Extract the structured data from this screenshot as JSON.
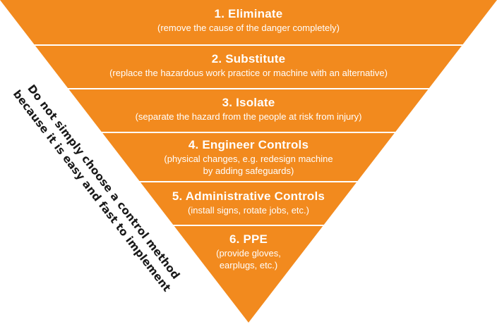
{
  "colors": {
    "band": "#f28a1e",
    "separator": "#ffffff",
    "text_on_band": "#ffffff",
    "note_text": "#1a1a1a"
  },
  "levels": [
    {
      "title": "1. Eliminate",
      "description": "(remove the cause of the danger completely)"
    },
    {
      "title": "2. Substitute",
      "description": "(replace the hazardous work practice or machine with an alternative)"
    },
    {
      "title": "3. Isolate",
      "description": "(separate the hazard from the people at risk from injury)"
    },
    {
      "title": "4. Engineer Controls",
      "description": "(physical changes, e.g. redesign machine\nby adding safeguards)"
    },
    {
      "title": "5. Administrative Controls",
      "description": "(install signs, rotate jobs, etc.)"
    },
    {
      "title": "6. PPE",
      "description": "(provide gloves,\nearplugs, etc.)"
    }
  ],
  "side_note": {
    "line1": "Do not simply choose a control method",
    "line2": "because it is easy and fast to implement"
  }
}
